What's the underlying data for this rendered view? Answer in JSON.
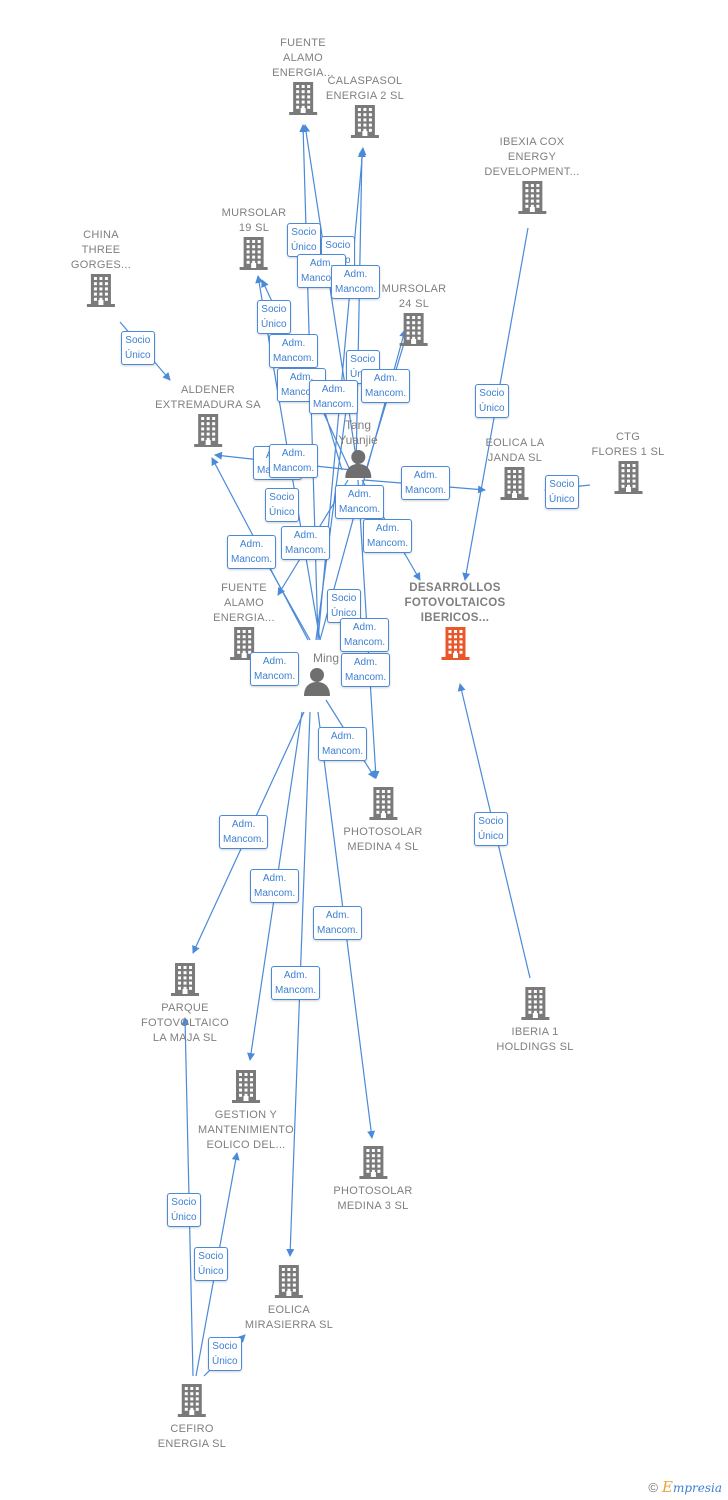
{
  "colors": {
    "building": "#7a7a7a",
    "focus_building": "#e8562a",
    "edge": "#4a8ad8",
    "person": "#6f6f6f"
  },
  "focus_company": [
    "DESARROLLOS",
    "FOTOVOLTAICOS",
    "IBERICOS..."
  ],
  "companies": {
    "fuente_alamo_top": [
      "FUENTE",
      "ALAMO",
      "ENERGIA..."
    ],
    "calaspasol": [
      "CALASPASOL",
      "ENERGIA 2  SL"
    ],
    "ibexia": [
      "IBEXIA COX",
      "ENERGY",
      "DEVELOPMENT..."
    ],
    "china_three_gorges": [
      "CHINA",
      "THREE",
      "GORGES..."
    ],
    "mursolar_19": [
      "MURSOLAR",
      "19 SL"
    ],
    "mursolar_24": [
      "MURSOLAR",
      "24 SL"
    ],
    "aldener": [
      "ALDENER",
      "EXTREMADURA SA"
    ],
    "eolica_la_janda": [
      "EOLICA LA",
      "JANDA SL"
    ],
    "ctg_flores": [
      "CTG",
      "FLORES 1  SL"
    ],
    "fuente_alamo_mid": [
      "FUENTE",
      "ALAMO",
      "ENERGIA..."
    ],
    "photosolar_4": [
      "PHOTOSOLAR",
      "MEDINA 4 SL"
    ],
    "parque_la_maja": [
      "PARQUE",
      "FOTOVOLTAICO",
      "LA MAJA  SL"
    ],
    "iberia_1": [
      "IBERIA 1",
      "HOLDINGS  SL"
    ],
    "gestion_eolico": [
      "GESTION Y",
      "MANTENIMIENTO",
      "EOLICO DEL..."
    ],
    "photosolar_3": [
      "PHOTOSOLAR",
      "MEDINA 3 SL"
    ],
    "eolica_mirasierra": [
      "EOLICA",
      "MIRASIERRA SL"
    ],
    "cefiro": [
      "CEFIRO",
      "ENERGIA  SL"
    ]
  },
  "persons": {
    "tang": [
      "Tang",
      "Yuanjie"
    ],
    "ming": [
      "Ming"
    ]
  },
  "relations": {
    "socio_unico": [
      "Socio",
      "Único"
    ],
    "adm_mancom": [
      "Adm.",
      "Mancom."
    ]
  },
  "footer": {
    "copyright": "©",
    "brand_initial": "E",
    "brand_rest": "mpresia"
  }
}
